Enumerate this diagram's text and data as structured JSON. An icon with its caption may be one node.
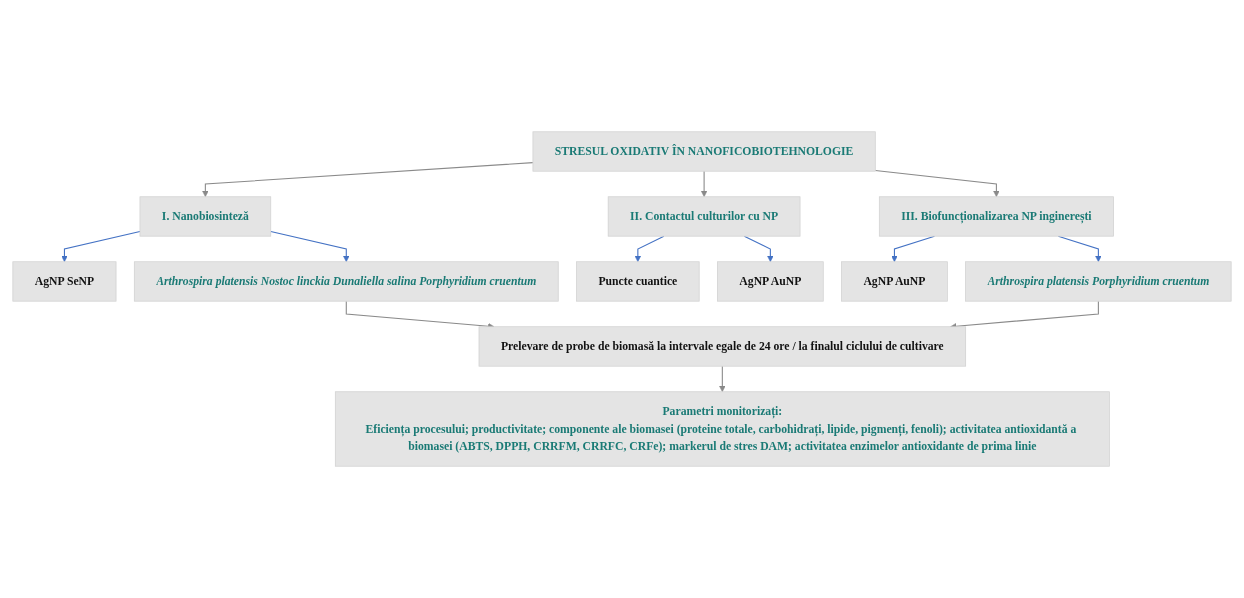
{
  "diagram": {
    "nodes": [
      {
        "text": [
          "STRESUL OXIDATIV ÎN NANOFICOBIOTEHNOLOGIE"
        ]
      },
      {
        "text": [
          "I. Nanobiosinteză"
        ]
      },
      {
        "text": [
          "II. Contactul culturilor cu NP"
        ]
      },
      {
        "text": [
          "III. Biofuncționalizarea NP inginerești"
        ]
      },
      {
        "text": [
          "AgNP SeNP"
        ]
      },
      {
        "text": [
          "Arthrospira platensis Nostoc linckia Dunaliella salina Porphyridium cruentum"
        ]
      },
      {
        "text": [
          "Puncte cuantice"
        ]
      },
      {
        "text": [
          "AgNP AuNP"
        ]
      },
      {
        "text": [
          "AgNP AuNP"
        ]
      },
      {
        "text": [
          "Arthrospira platensis Porphyridium cruentum"
        ]
      },
      {
        "text": [
          "Prelevare de probe de biomasă la intervale egale de 24 ore / la finalul ciclului de cultivare"
        ]
      },
      {
        "text": [
          "Parametri monitorizați:",
          "Eficiența procesului; productivitate; componente ale biomasei (proteine totale, carbohidrați, lipide, pigmenți, fenoli); activitatea antioxidantă a biomasei (ABTS, DPPH, CRRFM, CRRFC, CRFe); markerul de stres DAM; activitatea enzimelor antioxidante de prima linie"
        ]
      }
    ],
    "edges": [
      {
        "from": 0,
        "to": 1,
        "arrow": "to"
      },
      {
        "from": 0,
        "to": 2,
        "arrow": "to"
      },
      {
        "from": 0,
        "to": 3,
        "arrow": "to"
      },
      {
        "from": 1,
        "to": 4,
        "arrow": "to",
        "color": "#4472c4"
      },
      {
        "from": 1,
        "to": 5,
        "arrow": "to",
        "color": "#4472c4"
      },
      {
        "from": 2,
        "to": 6,
        "arrow": "to",
        "color": "#4472c4"
      },
      {
        "from": 2,
        "to": 7,
        "arrow": "to",
        "color": "#4472c4"
      },
      {
        "from": 3,
        "to": 8,
        "arrow": "to",
        "color": "#4472c4"
      },
      {
        "from": 3,
        "to": 9,
        "arrow": "to",
        "color": "#4472c4"
      },
      {
        "from": 5,
        "to": 10,
        "arrow": "to"
      },
      {
        "from": 9,
        "to": 10,
        "arrow": "to"
      },
      {
        "from": 10,
        "to": 11,
        "arrow": "to"
      }
    ]
  }
}
